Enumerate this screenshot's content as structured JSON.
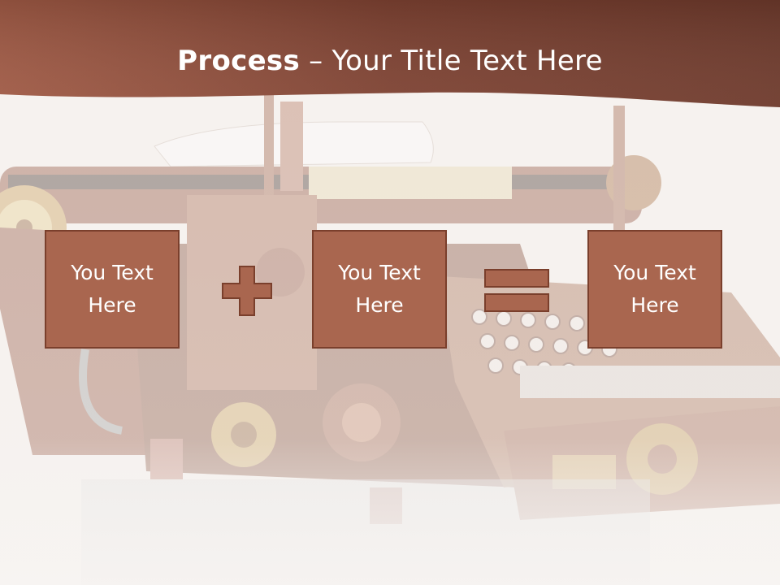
{
  "title": {
    "bold": "Process",
    "rest": " – Your Title Text Here"
  },
  "boxes": [
    {
      "text": "You Text Here"
    },
    {
      "text": "You Text Here"
    },
    {
      "text": "You Text Here"
    }
  ],
  "operators": [
    "plus-icon",
    "equals-icon"
  ],
  "colors": {
    "banner": "#8a4a37",
    "box_fill": "#a9664f",
    "box_border": "#7a3f2c",
    "operator": "#a9664f"
  },
  "background": "faded steampunk typewriter photo"
}
